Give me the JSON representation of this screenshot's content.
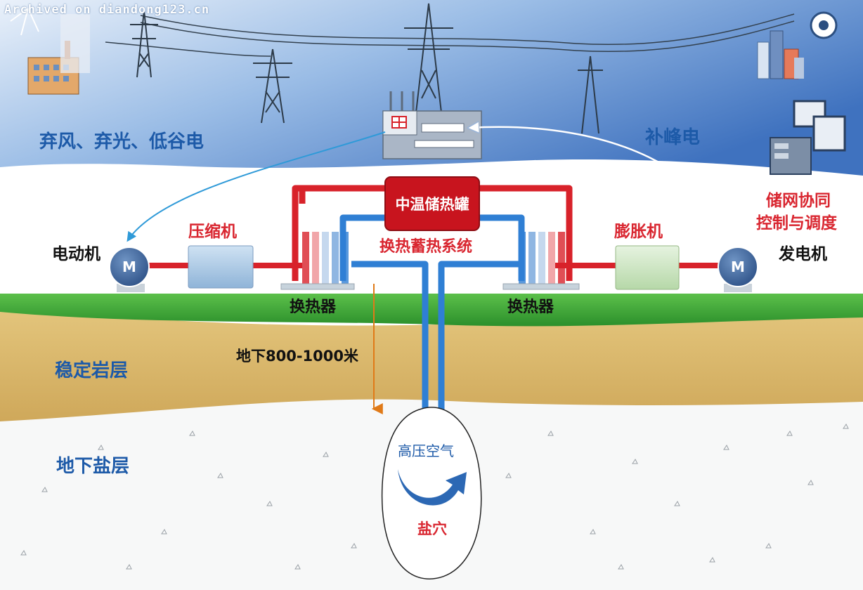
{
  "watermark": "Archived on diandong123.cn",
  "labels": {
    "curtailed_power": "弃风、弃光、低谷电",
    "peak_power": "补峰电",
    "collab_line1": "储网协同",
    "collab_line2": "控制与调度",
    "motor": "电动机",
    "generator": "发电机",
    "compressor": "压缩机",
    "expander": "膨胀机",
    "heat_tank": "中温储热罐",
    "heat_system": "换热蓄热系统",
    "heat_exchanger_left": "换热器",
    "heat_exchanger_right": "换热器",
    "depth": "地下800-1000米",
    "rock_layer": "稳定岩层",
    "salt_layer": "地下盐层",
    "high_pressure_air": "高压空气",
    "salt_cavern": "盐穴",
    "motor_symbol": "M",
    "generator_symbol": "M"
  },
  "colors": {
    "sky_top": "#3a6fbe",
    "sky_bottom": "#dce8f6",
    "ground_green": "#3aa535",
    "rock_tan": "#d9b86a",
    "hot_pipe": "#d8222a",
    "cold_pipe": "#2f7fd4",
    "text_blue": "#1d5aa8",
    "text_red": "#d92630",
    "depth_arrow": "#e07a18"
  }
}
